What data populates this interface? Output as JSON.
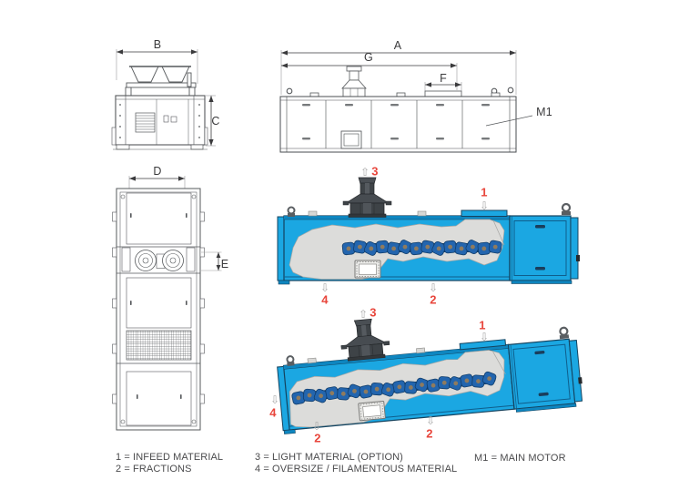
{
  "dimensions": {
    "front_width": "B",
    "front_height": "C",
    "plan_width": "D",
    "plan_motor_offset": "E",
    "side_total_length": "A",
    "side_span": "G",
    "side_inlet_width": "F"
  },
  "motor": {
    "label": "M1"
  },
  "flow": {
    "infeed": "1",
    "fractions": "2",
    "light": "3",
    "oversize": "4"
  },
  "icons": {
    "arrow_up": "⇧",
    "arrow_down": "⇩"
  },
  "legend": {
    "items": [
      {
        "text": "1 = INFEED MATERIAL"
      },
      {
        "text": "2 = FRACTIONS"
      },
      {
        "text": "3 = LIGHT MATERIAL (OPTION)"
      },
      {
        "text": "4 = OVERSIZE / FILAMENTOUS MATERIAL"
      },
      {
        "text": "M1 = MAIN MOTOR"
      }
    ]
  },
  "colors": {
    "machine_blue": "#1BA7E2",
    "machine_blue_dark": "#0E86C0",
    "outline_navy": "#14435F",
    "panel_line": "#0F5E8C",
    "cutaway_gray": "#DCDCDA",
    "cutaway_edge": "#A6A6A4",
    "disc_blue": "#2365AE",
    "disc_dark": "#123E6B",
    "disc_hub": "#8F7B5E",
    "tower_gray": "#3E4347",
    "tower_dark": "#26292C",
    "tower_light": "#555A5F",
    "drawing_line": "#55585B",
    "dim_line": "#3A3A3C",
    "label_red": "#E8463C",
    "legend_text": "#4B4B4D"
  }
}
